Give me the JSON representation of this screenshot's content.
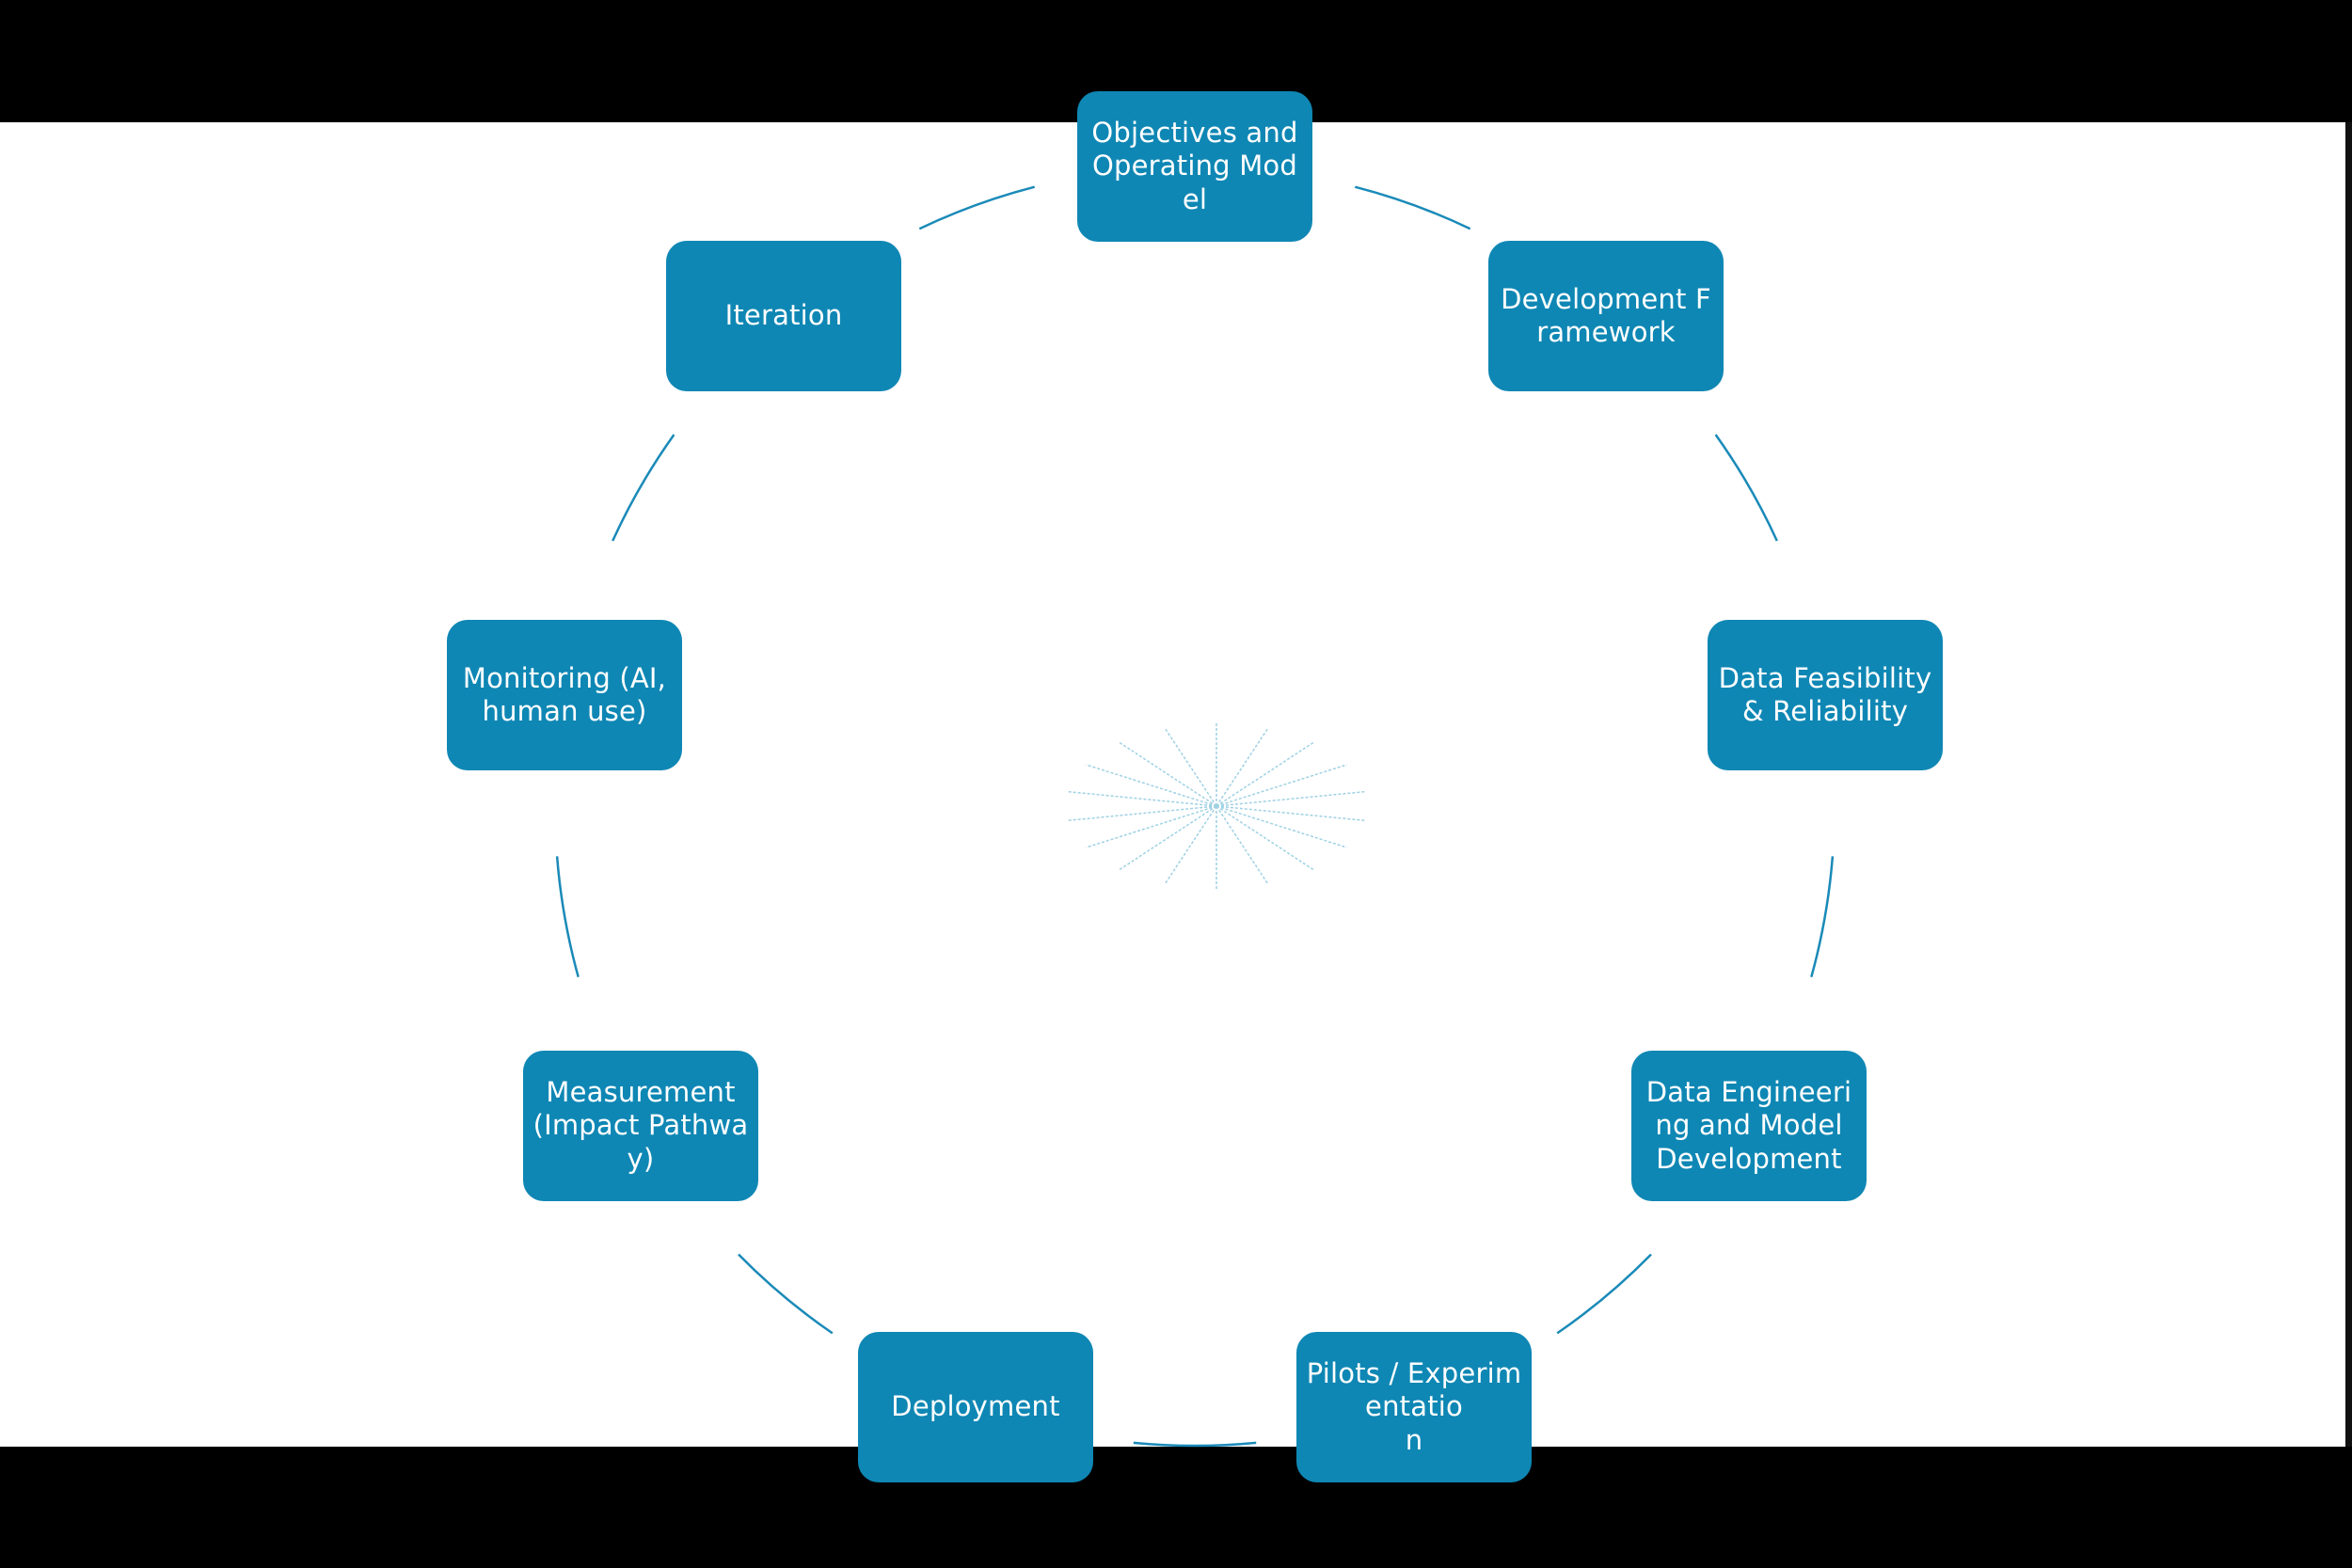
{
  "diagram": {
    "type": "cycle",
    "colors": {
      "node_fill": "#0f87b4",
      "node_text": "#ffffff",
      "connector": "#1a8ab8",
      "spokes": "#9fd1e3",
      "frame": "#000000",
      "slide": "#ffffff"
    },
    "nodes": [
      {
        "id": "objectives",
        "label": "Objectives and Operating Model"
      },
      {
        "id": "development-framework",
        "label": "Development Framework"
      },
      {
        "id": "data-feasibility",
        "label": "Data Feasibility & Reliability"
      },
      {
        "id": "data-engineering",
        "label": "Data Engineering and Model Development"
      },
      {
        "id": "pilots",
        "label": "Pilots / Experimentatio\nn"
      },
      {
        "id": "deployment",
        "label": "Deployment"
      },
      {
        "id": "measurement",
        "label": "Measurement (Impact Pathway)"
      },
      {
        "id": "monitoring",
        "label": "Monitoring (AI, human use)"
      },
      {
        "id": "iteration",
        "label": "Iteration"
      }
    ]
  }
}
